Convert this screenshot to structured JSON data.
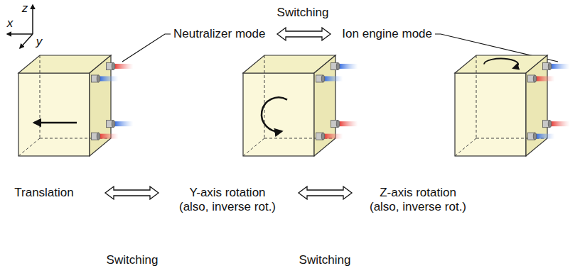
{
  "diagram": {
    "labels": [
      "x",
      "y",
      "z",
      "Switching",
      "Neutralizer mode",
      "Ion engine mode",
      "Translation",
      "Y-axis rotation (also, inverse rot.)",
      "Z-axis rotation (also, inverse rot.)",
      "Switching",
      "Switching"
    ]
  }
}
